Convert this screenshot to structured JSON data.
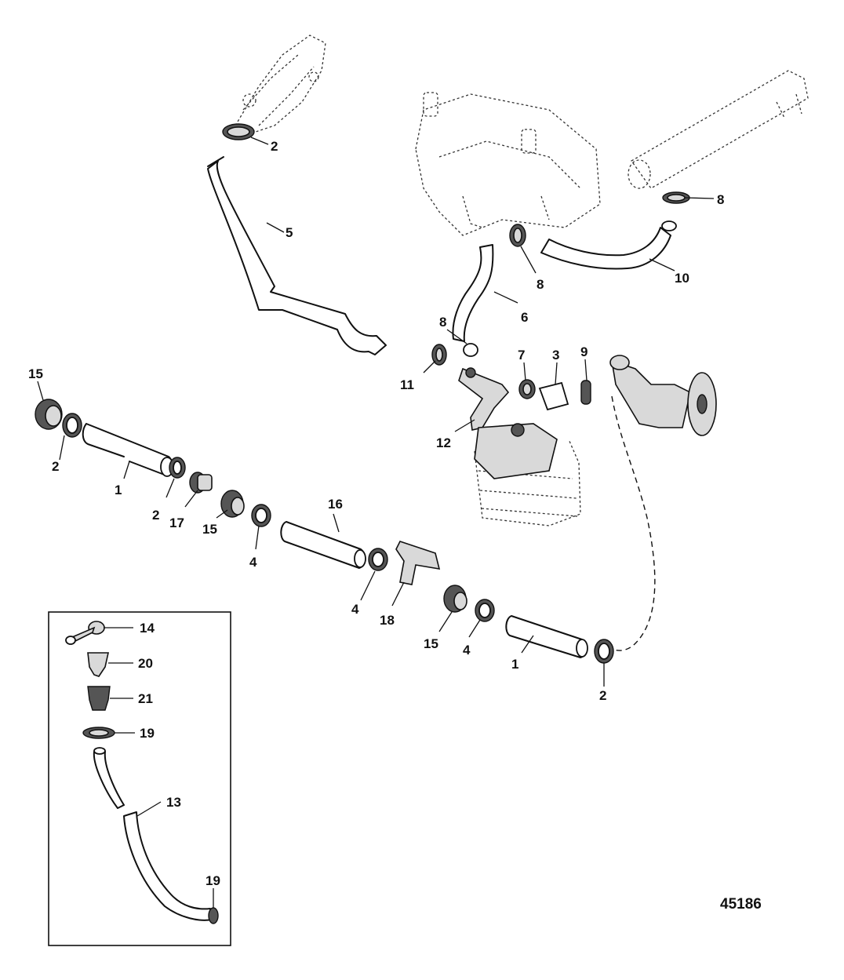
{
  "diagram": {
    "reference_number": "45186",
    "callouts": [
      {
        "id": "c-2a",
        "label": "2"
      },
      {
        "id": "c-5",
        "label": "5"
      },
      {
        "id": "c-8a",
        "label": "8"
      },
      {
        "id": "c-8b",
        "label": "8"
      },
      {
        "id": "c-10",
        "label": "10"
      },
      {
        "id": "c-6",
        "label": "6"
      },
      {
        "id": "c-8c",
        "label": "8"
      },
      {
        "id": "c-7",
        "label": "7"
      },
      {
        "id": "c-3",
        "label": "3"
      },
      {
        "id": "c-9",
        "label": "9"
      },
      {
        "id": "c-11",
        "label": "11"
      },
      {
        "id": "c-12",
        "label": "12"
      },
      {
        "id": "c-15a",
        "label": "15"
      },
      {
        "id": "c-2b",
        "label": "2"
      },
      {
        "id": "c-1a",
        "label": "1"
      },
      {
        "id": "c-2c",
        "label": "2"
      },
      {
        "id": "c-17",
        "label": "17"
      },
      {
        "id": "c-15b",
        "label": "15"
      },
      {
        "id": "c-4a",
        "label": "4"
      },
      {
        "id": "c-16",
        "label": "16"
      },
      {
        "id": "c-4b",
        "label": "4"
      },
      {
        "id": "c-18",
        "label": "18"
      },
      {
        "id": "c-15c",
        "label": "15"
      },
      {
        "id": "c-4c",
        "label": "4"
      },
      {
        "id": "c-1b",
        "label": "1"
      },
      {
        "id": "c-2d",
        "label": "2"
      },
      {
        "id": "c-14",
        "label": "14"
      },
      {
        "id": "c-20",
        "label": "20"
      },
      {
        "id": "c-21",
        "label": "21"
      },
      {
        "id": "c-19a",
        "label": "19"
      },
      {
        "id": "c-13",
        "label": "13"
      },
      {
        "id": "c-19b",
        "label": "19"
      }
    ]
  }
}
